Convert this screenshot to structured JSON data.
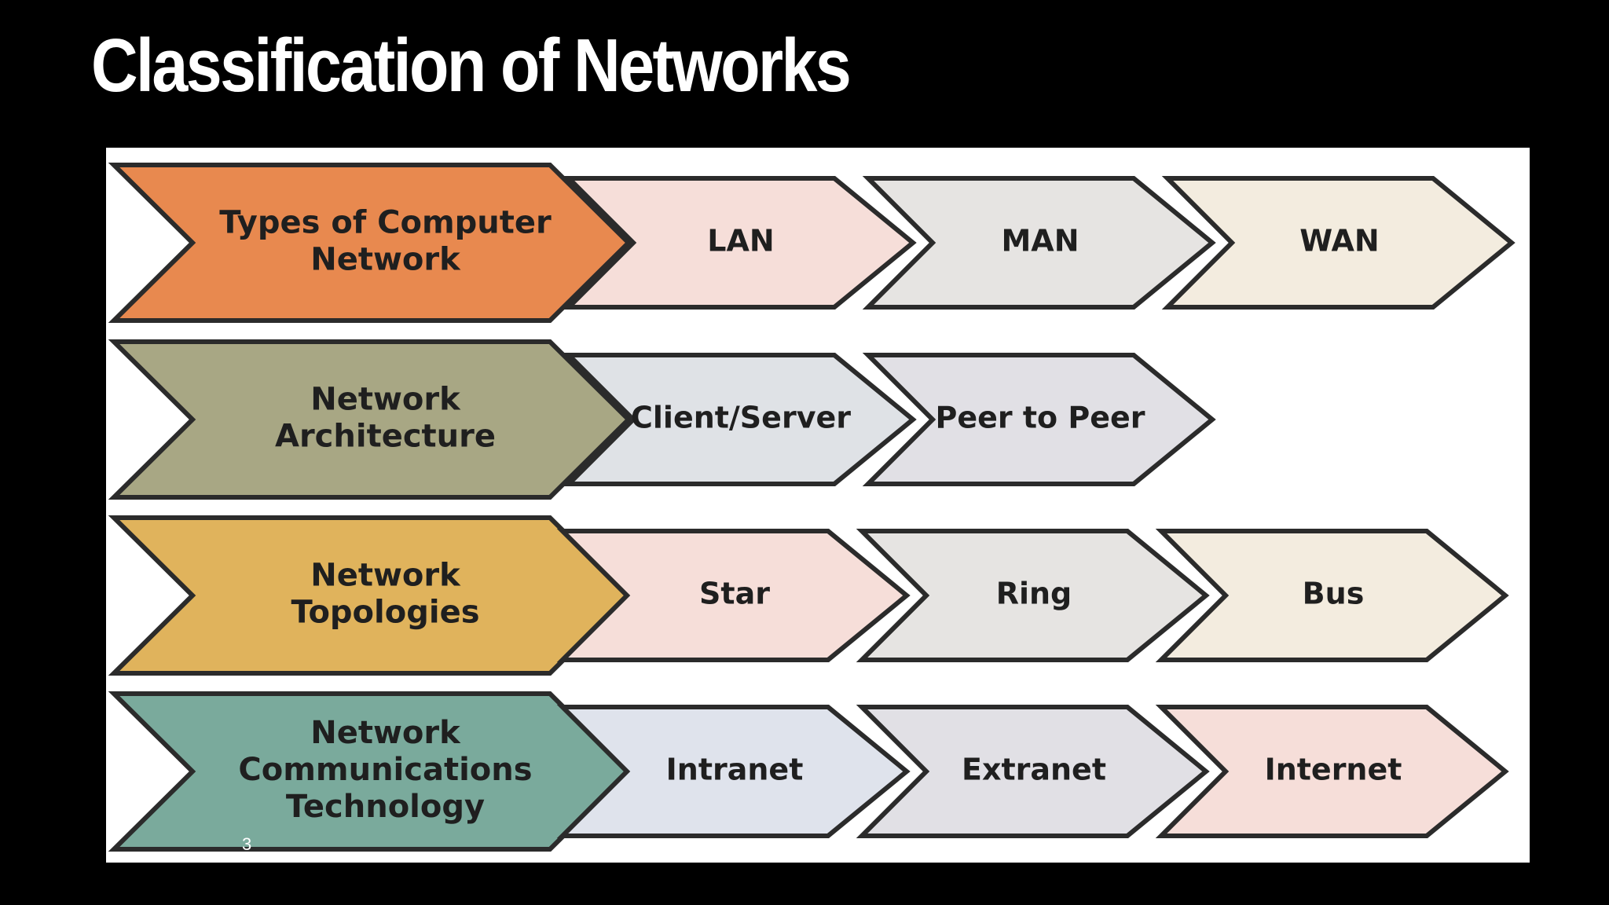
{
  "title": "Classification of Networks",
  "page_number": "3",
  "colors": {
    "background": "#000000",
    "panel": "#ffffff",
    "outline": "#2b2b2b",
    "text": "#1f1f1f"
  },
  "rows": [
    {
      "header": {
        "lines": [
          "Types of Computer",
          "Network"
        ],
        "color": "#e8894f"
      },
      "items": [
        {
          "label": "LAN",
          "color": "#f6ded9"
        },
        {
          "label": "MAN",
          "color": "#e6e4e2"
        },
        {
          "label": "WAN",
          "color": "#f3ecdf"
        }
      ]
    },
    {
      "header": {
        "lines": [
          "Network",
          "Architecture"
        ],
        "color": "#a8a784"
      },
      "items": [
        {
          "label": "Client/Server",
          "color": "#dfe2e6"
        },
        {
          "label": "Peer to Peer",
          "color": "#e1e0e5"
        }
      ]
    },
    {
      "header": {
        "lines": [
          "Network",
          "Topologies"
        ],
        "color": "#e0b35c"
      },
      "items": [
        {
          "label": "Star",
          "color": "#f6ded9"
        },
        {
          "label": "Ring",
          "color": "#e6e4e2"
        },
        {
          "label": "Bus",
          "color": "#f3ecdf"
        }
      ]
    },
    {
      "header": {
        "lines": [
          "Network",
          "Communications",
          "Technology"
        ],
        "color": "#7aaa9c"
      },
      "items": [
        {
          "label": "Intranet",
          "color": "#dfe3ec"
        },
        {
          "label": "Extranet",
          "color": "#e1e0e5"
        },
        {
          "label": "Internet",
          "color": "#f6ded9"
        }
      ]
    }
  ]
}
